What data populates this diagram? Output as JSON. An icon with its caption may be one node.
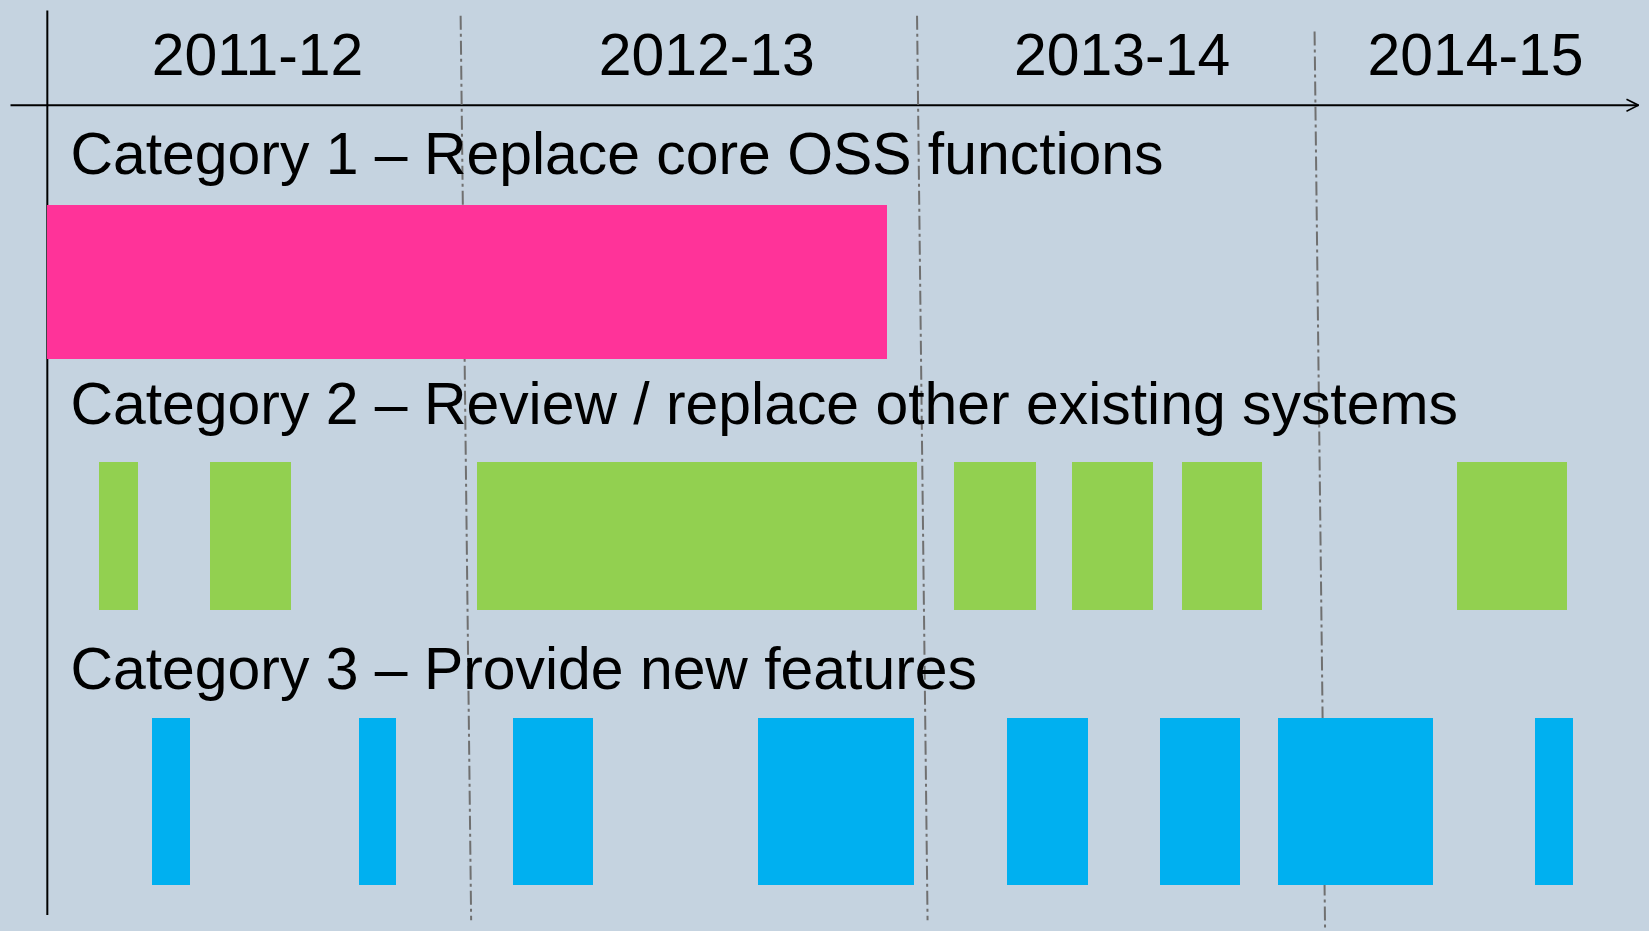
{
  "diagram": {
    "nodes": [
      {
        "text": [],
        "shape": "bar"
      },
      {
        "text": [],
        "shape": "bar"
      },
      {
        "text": [],
        "shape": "bar"
      },
      {
        "text": [],
        "shape": "bar"
      },
      {
        "text": [],
        "shape": "bar"
      },
      {
        "text": [],
        "shape": "bar"
      },
      {
        "text": [],
        "shape": "bar"
      },
      {
        "text": [],
        "shape": "bar"
      },
      {
        "text": [],
        "shape": "bar"
      },
      {
        "text": [],
        "shape": "bar"
      },
      {
        "text": [],
        "shape": "bar"
      },
      {
        "text": [],
        "shape": "bar"
      },
      {
        "text": [],
        "shape": "bar"
      },
      {
        "text": [],
        "shape": "bar"
      },
      {
        "text": [],
        "shape": "bar"
      },
      {
        "text": [],
        "shape": "bar"
      }
    ],
    "edges": [],
    "labels": [
      "2011-12",
      "2012-13",
      "2013-14",
      "2014-15",
      "Category 1 – Replace core OSS functions",
      "Category 2 – Review / replace other existing systems",
      "Category 3 – Provide new features"
    ]
  }
}
